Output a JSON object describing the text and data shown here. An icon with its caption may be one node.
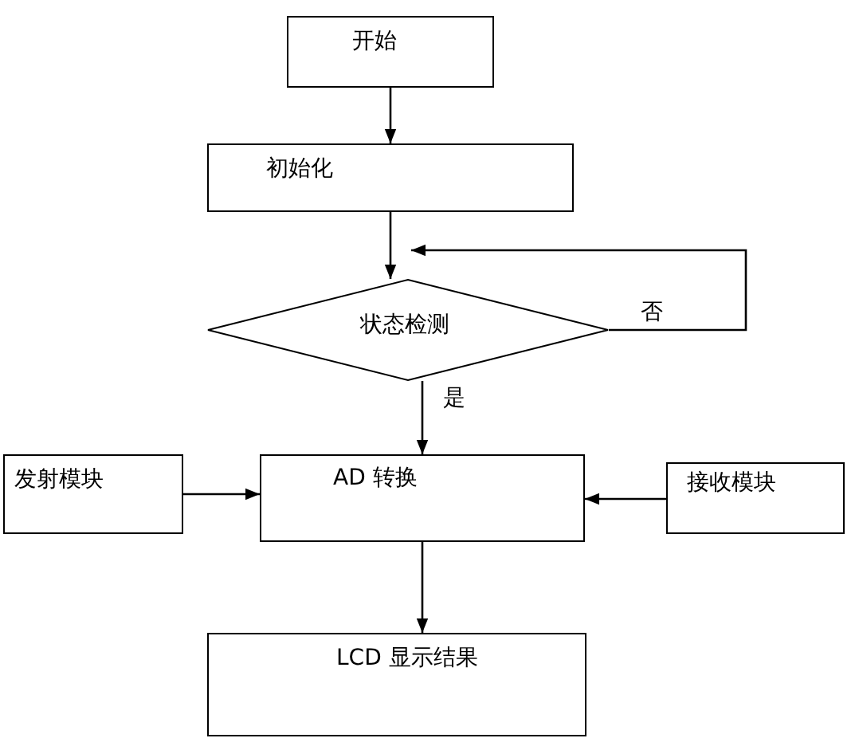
{
  "diagram": {
    "nodes": [
      {
        "text": [
          "开始"
        ]
      },
      {
        "text": [
          "初始化"
        ]
      },
      {
        "text": [
          "状态检测"
        ]
      },
      {
        "text": [
          "AD 转换"
        ]
      },
      {
        "text": [
          "发射模块"
        ]
      },
      {
        "text": [
          "接收模块"
        ]
      },
      {
        "text": [
          "LCD 显示结果"
        ]
      }
    ],
    "edges": [
      {
        "from": 0,
        "to": 1,
        "arrow": "to"
      },
      {
        "from": 1,
        "to": 2,
        "arrow": "to"
      },
      {
        "from": 2,
        "to": 2,
        "arrow": "to",
        "label": "否"
      },
      {
        "from": 2,
        "to": 3,
        "arrow": "to",
        "label": "是"
      },
      {
        "from": 4,
        "to": 3,
        "arrow": "to"
      },
      {
        "from": 5,
        "to": 3,
        "arrow": "to"
      },
      {
        "from": 3,
        "to": 6,
        "arrow": "to"
      }
    ]
  }
}
